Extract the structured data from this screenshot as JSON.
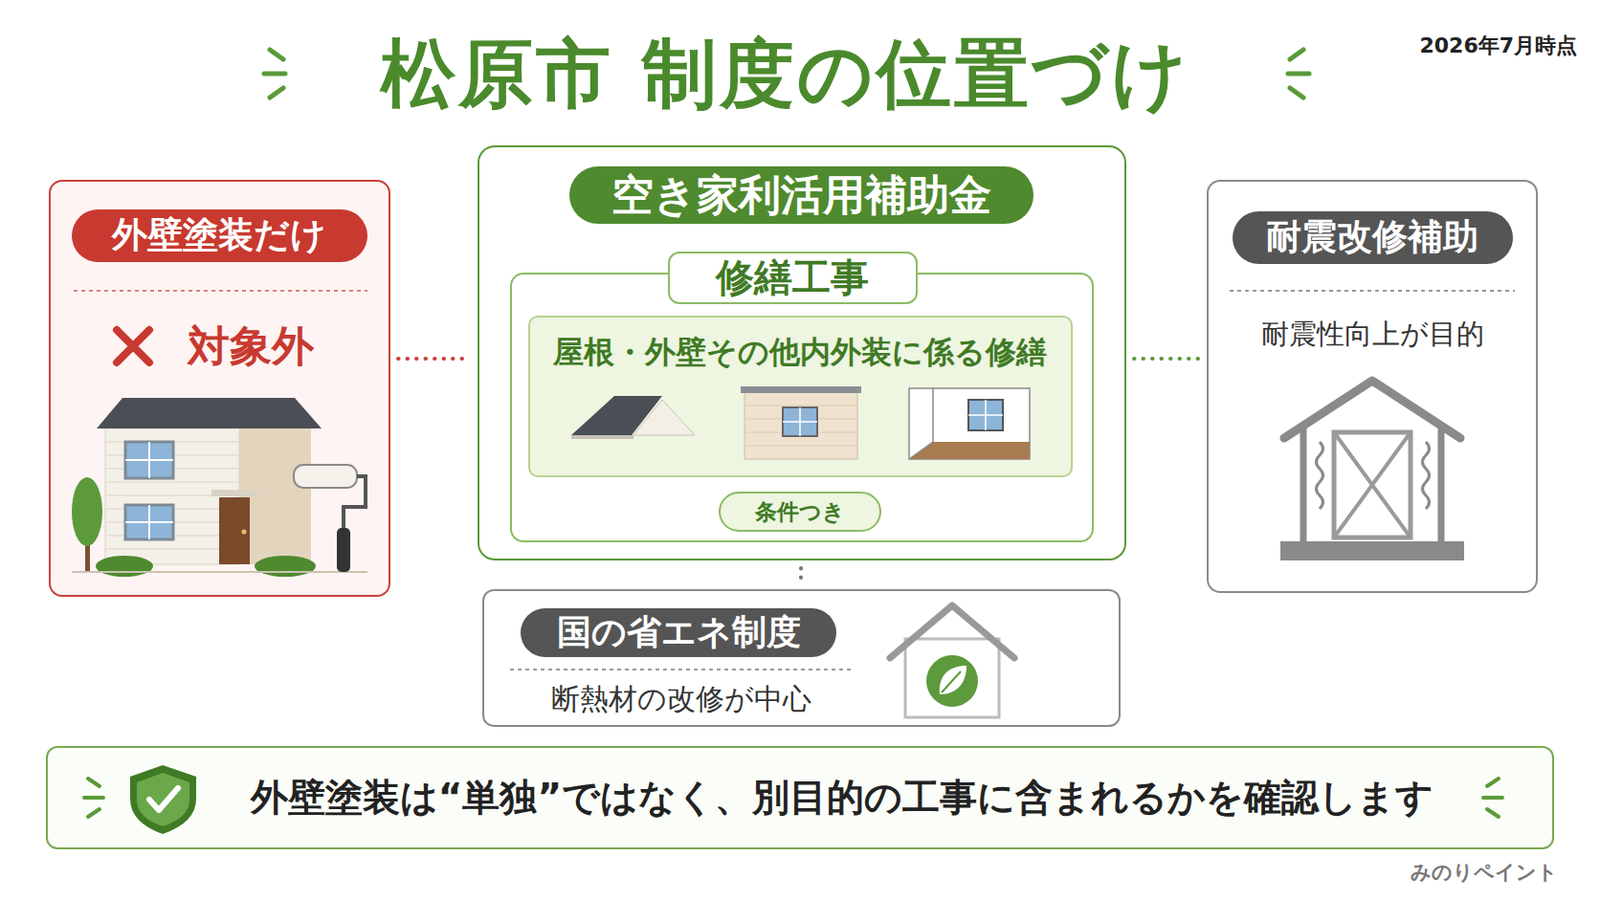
{
  "diagram": {
    "title": "松原市 制度の位置づけ",
    "nodes": [
      {
        "text": [
          "外壁塗装だけ",
          "対象外"
        ]
      },
      {
        "text": [
          "空き家利活用補助金"
        ]
      },
      {
        "text": [
          "修繕工事"
        ],
        "in": 1
      },
      {
        "text": [
          "屋根・外壁その他内外装に係る修繕"
        ],
        "in": 2
      },
      {
        "text": [
          "条件つき"
        ],
        "in": 2
      },
      {
        "text": [
          "耐震改修補助",
          "耐震性向上が目的"
        ]
      },
      {
        "text": [
          "国の省エネ制度",
          "断熱材の改修が中心"
        ]
      },
      {
        "text": [
          "外壁塗装は“単独”ではなく、別目的の工事に含まれるかを確認します"
        ]
      }
    ],
    "edges": [
      {
        "from": 0,
        "to": 1,
        "arrow": "none"
      },
      {
        "from": 1,
        "to": 5,
        "arrow": "none"
      },
      {
        "from": 1,
        "to": 6,
        "arrow": "none"
      }
    ],
    "labels": [
      "2026年7月時点",
      "みのりペイント"
    ]
  }
}
